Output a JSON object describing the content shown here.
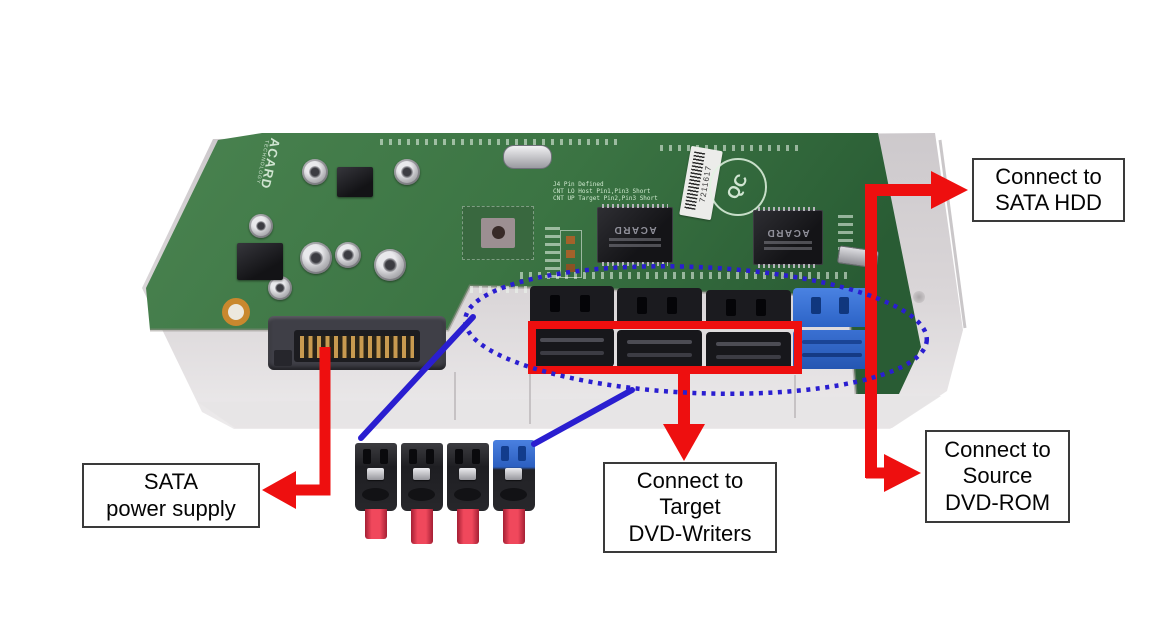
{
  "annotations": {
    "sata_hdd_label": {
      "line1": "Connect to",
      "line2": "SATA HDD"
    },
    "power_label": {
      "line1": "SATA",
      "line2": "power supply"
    },
    "target_label": {
      "line1": "Connect to",
      "line2": "Target",
      "line3": "DVD-Writers"
    },
    "source_label": {
      "line1": "Connect to",
      "line2": "Source",
      "line3": "DVD-ROM"
    }
  },
  "board": {
    "brand": "ACARD",
    "brand_sub": "TECHNOLOGY",
    "chip_brand": "ACARD",
    "qc_stamp": "QC",
    "serial": "7211617",
    "silkscreen_lines": {
      "l1": "J4 Pin Defined",
      "l2": "CNT LO Host Pin1,Pin3 Short",
      "l3": "CNT UP Target Pin2,Pin3 Short"
    }
  },
  "colors": {
    "annotation_red": "#ee0f0f",
    "annotation_blue": "#2a1ed0",
    "pcb_green": "#3b7443",
    "case_gray": "#d8d4d6",
    "connector_blue": "#2f6fd6",
    "cable_red": "#e83a50",
    "label_border": "#3a3a3a"
  }
}
